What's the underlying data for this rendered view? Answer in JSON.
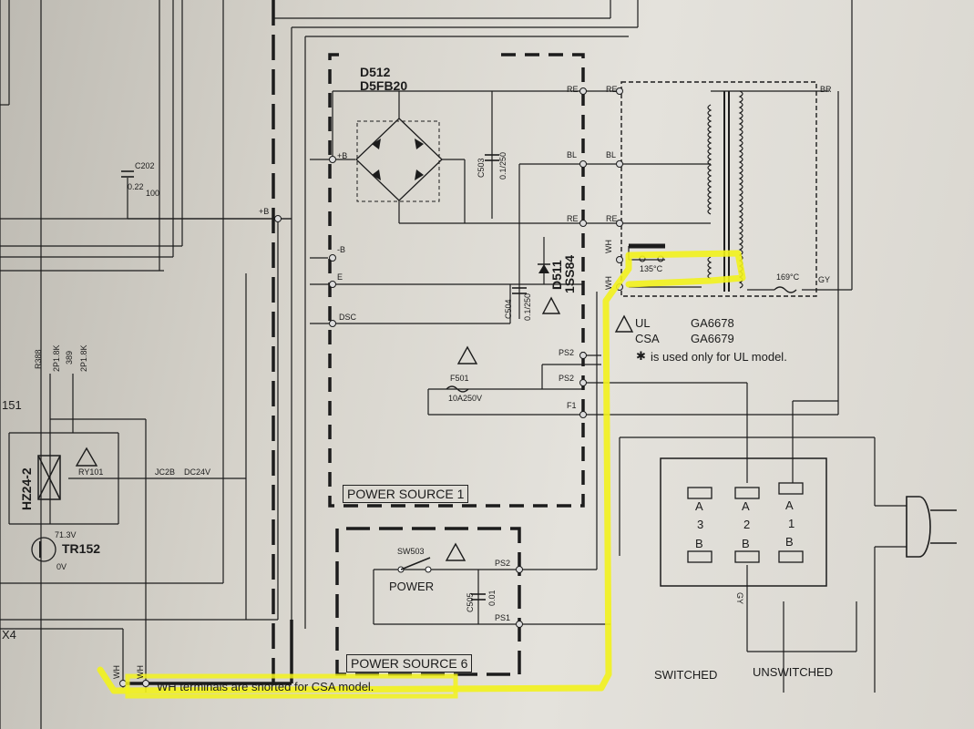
{
  "power_source_1": {
    "title": "POWER SOURCE 1",
    "bridge": {
      "ref": "D512",
      "part": "D5FB20"
    },
    "terminals": [
      "RE",
      "BL",
      "RE",
      "+B",
      "-B",
      "E",
      "DSC",
      "PS2",
      "PS2",
      "F1"
    ],
    "c503": {
      "ref": "C503",
      "value": "0.1/250"
    },
    "c504": {
      "ref": "C504",
      "value": "0.1/250"
    },
    "d511": {
      "ref": "D511",
      "part": "1SS84"
    },
    "fuse": {
      "ref": "F501",
      "rating": "10A250V"
    }
  },
  "power_source_6": {
    "title": "POWER SOURCE 6",
    "switch": {
      "ref": "SW503",
      "label": "POWER"
    },
    "c505": {
      "ref": "C505",
      "value": "0.01"
    },
    "terminals": [
      "PS2",
      "PS1"
    ]
  },
  "transformer": {
    "terminals": [
      "RE",
      "BL",
      "RE",
      "WH",
      "WH",
      "BR",
      "GY"
    ],
    "thermal_fuse_1": "135°C",
    "thermal_fuse_2": "169°C",
    "note_ul_prefix": "UL",
    "note_ul": "GA6678",
    "note_csa_prefix": "CSA",
    "note_csa": "GA6679",
    "note_star": "is used only for UL model."
  },
  "left_section": {
    "b_plus": "+B",
    "c202": {
      "ref": "C202",
      "value": "0.22",
      "voltage": "100"
    },
    "r388": "R388",
    "r388_val": "2P1.8K",
    "r389": "389",
    "r389_val": "2P1.8K",
    "relay_zener": "HZ24-2",
    "relay": "RY101",
    "connector": "JC2B",
    "dc_voltage": "DC24V",
    "tr152": "TR152",
    "tr_voltage_1": "71.3V",
    "tr_voltage_2": "0V",
    "left_cut_1": "151",
    "left_cut_2": "X4",
    "wh_labels": [
      "WH",
      "WH"
    ]
  },
  "outlets": {
    "a_row": [
      {
        "letter": "A",
        "num": "3"
      },
      {
        "letter": "A",
        "num": "2"
      },
      {
        "letter": "A",
        "num": "1"
      }
    ],
    "b_row": [
      "B",
      "B",
      "B"
    ],
    "gy": "GY",
    "switched": "SWITCHED",
    "unswitched": "UNSWITCHED"
  },
  "footnote": "WH terminals are shorted for CSA model.",
  "colors": {
    "ink": "#1c1c1c",
    "highlight": "#f2f21c",
    "paper": "#e2e0da"
  }
}
